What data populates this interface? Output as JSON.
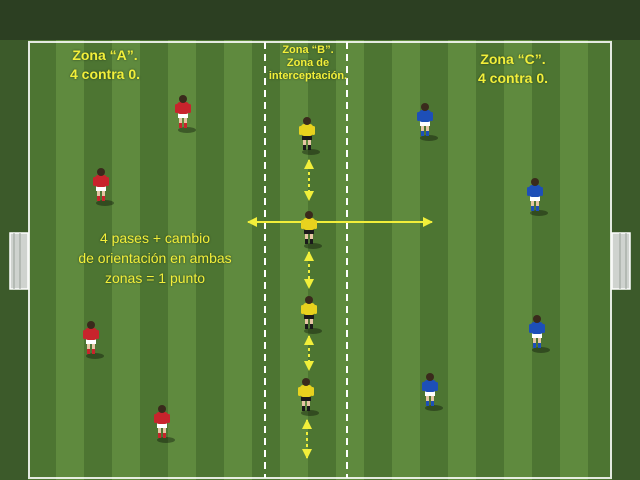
{
  "zones": {
    "a": {
      "title": "Zona “A”.",
      "subtitle": "4 contra 0."
    },
    "b": {
      "line1": "Zona “B”.",
      "line2": "Zona de",
      "line3": "interceptación."
    },
    "c": {
      "title": "Zona  “C”.",
      "subtitle": "4 contra 0."
    }
  },
  "rule": {
    "line1": "4 pases + cambio",
    "line2": "de orientación en ambas",
    "line3": "zonas = 1 punto"
  },
  "colors": {
    "grass_light": "#5f8a3e",
    "grass_dark": "#4d7532",
    "text": "#f2ef3a",
    "arrow": "#f2ef3a",
    "team_red": "#c8242c",
    "team_blue": "#1d4fb8",
    "team_yellow": "#e8d21e",
    "lines": "#ffffff"
  }
}
